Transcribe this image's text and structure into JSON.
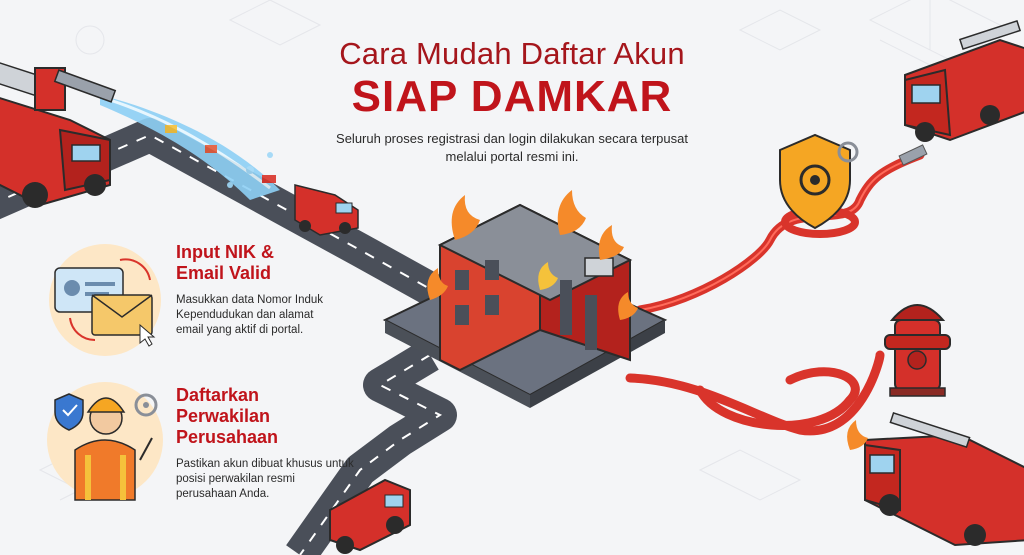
{
  "header": {
    "title_line1": "Cara Mudah Daftar Akun",
    "title_line2": "SIAP DAMKAR",
    "subtitle": "Seluruh proses registrasi dan login dilakukan secara terpusat melalui portal resmi ini."
  },
  "steps": [
    {
      "title": "Input NIK & Email Valid",
      "description": "Masukkan data Nomor Induk Kependudukan dan alamat email yang aktif di portal.",
      "icon": "id-card-envelope-icon"
    },
    {
      "title": "Daftarkan Perwakilan Perusahaan",
      "description": "Pastikan akun dibuat khusus untuk posisi perwakilan resmi perusahaan Anda.",
      "icon": "company-representative-icon"
    }
  ],
  "colors": {
    "brand_red": "#c0141b",
    "dark_red": "#a5161c",
    "road": "#4a4f59",
    "hose": "#d9342b",
    "accent_orange": "#f5a623",
    "background": "#f4f5f7"
  }
}
